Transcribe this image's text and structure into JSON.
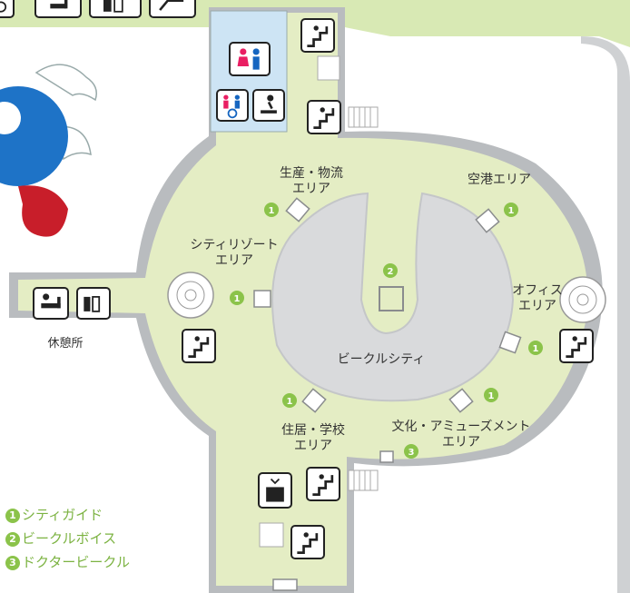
{
  "areas": {
    "production": [
      "生産・物流",
      "エリア"
    ],
    "airport": "空港エリア",
    "city_resort": [
      "シティリゾート",
      "エリア"
    ],
    "office": [
      "オフィス",
      "エリア"
    ],
    "vehicle_city": "ビークルシティ",
    "residence": [
      "住居・学校",
      "エリア"
    ],
    "culture": [
      "文化・アミューズメント",
      "エリア"
    ],
    "rest": "休憩所"
  },
  "markers": [
    "1",
    "2",
    "3"
  ],
  "legend": [
    {
      "num": "1",
      "label": "シティガイド"
    },
    {
      "num": "2",
      "label": "ビークルボイス"
    },
    {
      "num": "3",
      "label": "ドクタービークル"
    }
  ],
  "colors": {
    "floor": "#e4edc4",
    "wall": "#b9bcbf",
    "hall": "#d9dadc",
    "restroom": "#cde4f4",
    "marker": "#8bc34a",
    "top_band": "#d8e9b4"
  },
  "icons": [
    "restroom-icon",
    "accessible-restroom-icon",
    "baby-changing-icon",
    "stairs-icon",
    "elevator-icon",
    "rest-area-icon",
    "vending-icon",
    "mascot-illustration"
  ]
}
